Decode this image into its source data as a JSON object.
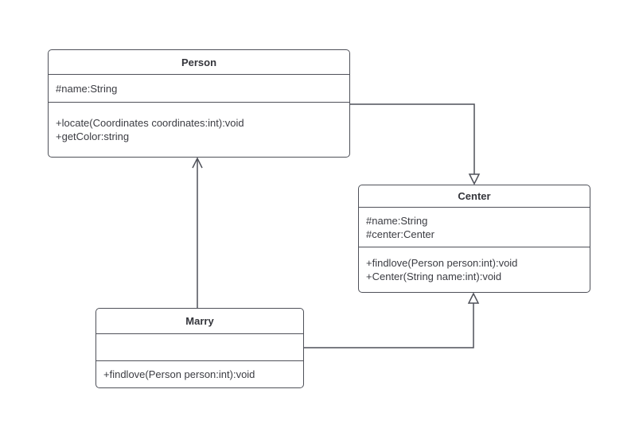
{
  "colors": {
    "stroke": "#4f5159",
    "text": "#3b3c42",
    "background": "#ffffff"
  },
  "classes": {
    "person": {
      "name": "Person",
      "attributes": [
        "#name:String"
      ],
      "methods": [
        "+locate(Coordinates coordinates:int):void",
        "+getColor:string"
      ]
    },
    "center": {
      "name": "Center",
      "attributes": [
        "#name:String",
        "#center:Center"
      ],
      "methods": [
        "+findlove(Person person:int):void",
        "+Center(String name:int):void"
      ]
    },
    "marry": {
      "name": "Marry",
      "attributes": [],
      "methods": [
        "+findlove(Person person:int):void"
      ]
    }
  },
  "relations": [
    {
      "from": "Person",
      "to": "Center",
      "type": "generalization",
      "arrowhead": "hollow-triangle"
    },
    {
      "from": "Marry",
      "to": "Person",
      "type": "directed-association",
      "arrowhead": "open-arrow"
    },
    {
      "from": "Marry",
      "to": "Center",
      "type": "generalization",
      "arrowhead": "hollow-triangle"
    }
  ]
}
